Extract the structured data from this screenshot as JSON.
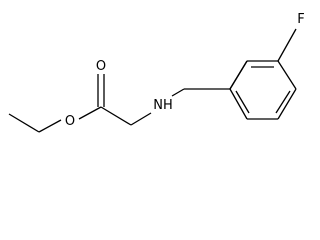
{
  "molecule": {
    "atom_labels": {
      "carbonyl_oxygen": "O",
      "ester_oxygen": "O",
      "amine": "NH",
      "fluorine": "F"
    }
  }
}
